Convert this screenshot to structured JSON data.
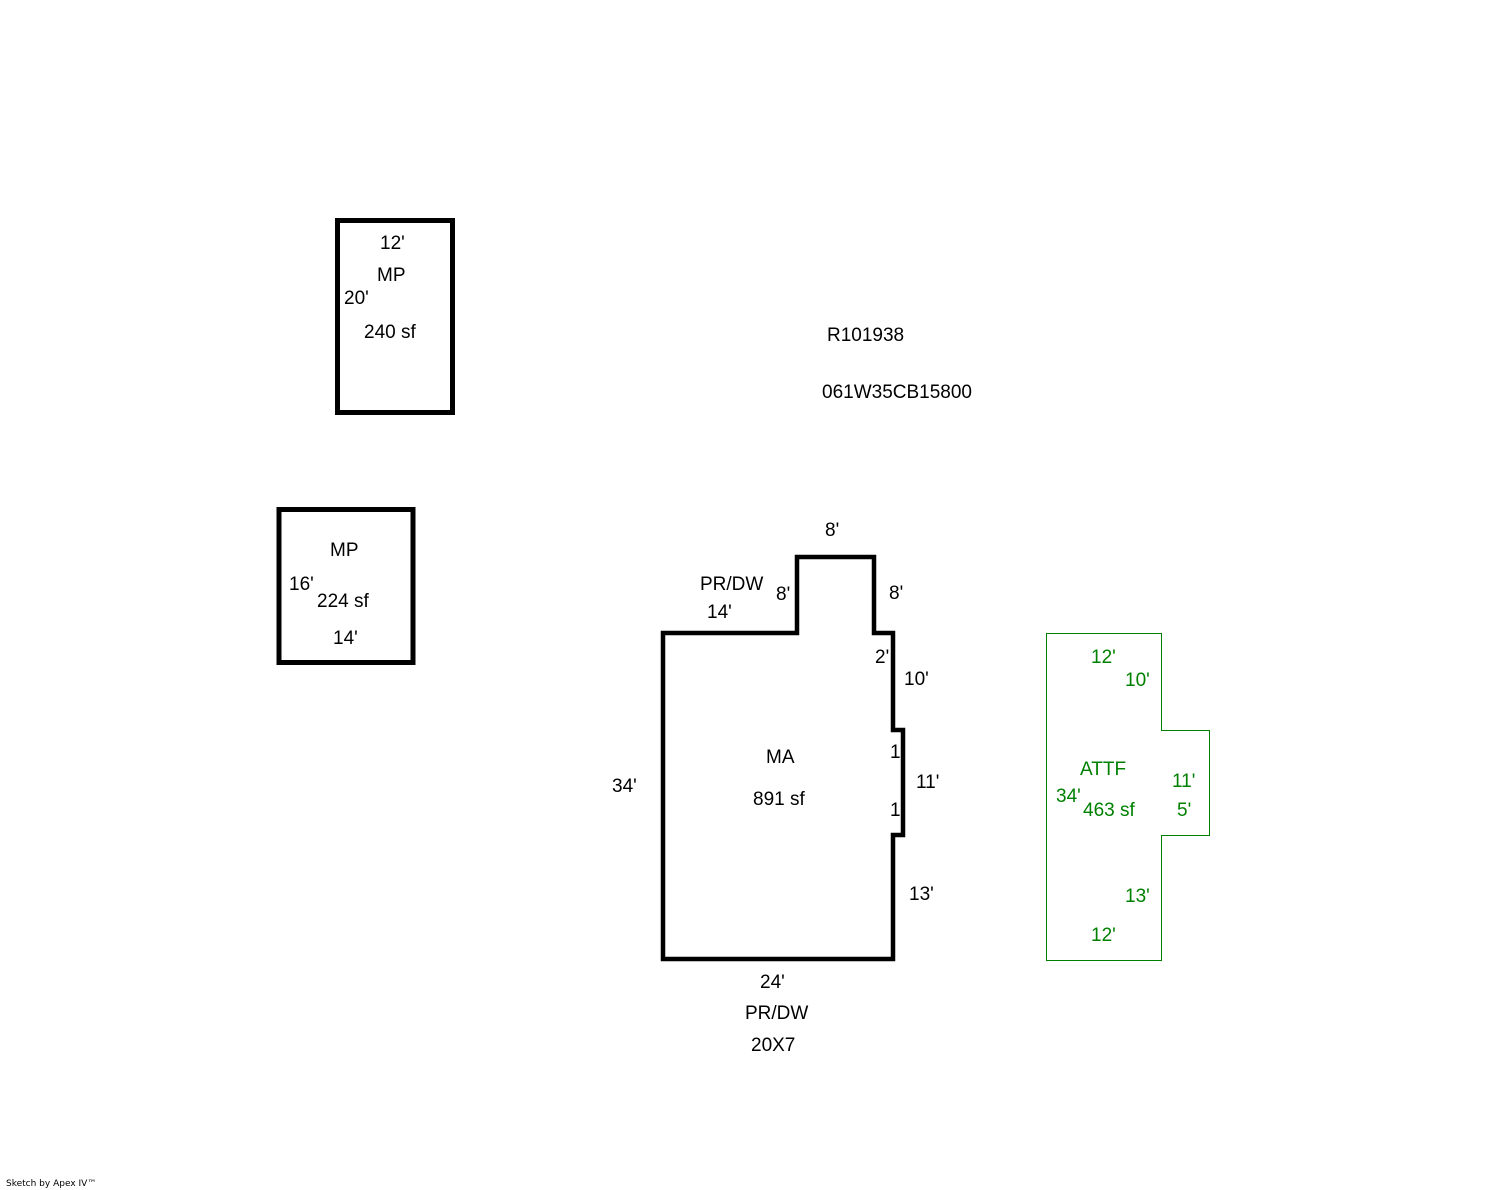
{
  "parcel": {
    "account_number": "R101938",
    "map_tax_lot": "061W35CB15800"
  },
  "colors": {
    "outline": "#000000",
    "attached_garage": "#008000",
    "background": "#ffffff"
  },
  "areas": {
    "mp_upper": {
      "code": "MP",
      "area": "240 sf",
      "dimensions": {
        "top": "12'",
        "left": "20'"
      }
    },
    "mp_lower": {
      "code": "MP",
      "area": "224 sf",
      "dimensions": {
        "left": "16'",
        "bottom": "14'"
      }
    },
    "main": {
      "code": "MA",
      "area": "891 sf",
      "dimensions": {
        "top_left": "14'",
        "bump_left": "8'",
        "bump_top": "8'",
        "bump_right": "8'",
        "step_top": "2'",
        "right_upper": "10'",
        "notch_top": "1",
        "notch_bottom": "1",
        "right_mid": "11'",
        "right_lower": "13'",
        "bottom": "24'",
        "left": "34'"
      },
      "porch_top_label": "PR/DW",
      "porch_bottom_label": "PR/DW",
      "porch_bottom_size": "20X7"
    },
    "attached_garage": {
      "code": "ATTF",
      "area": "463 sf",
      "dimensions": {
        "top": "12'",
        "right_upper": "10'",
        "bump_right": "11'",
        "bump_depth": "5'",
        "left": "34'",
        "right_lower": "13'",
        "bottom": "12'"
      }
    }
  },
  "footer": {
    "credit": "Sketch by Apex IV™"
  }
}
